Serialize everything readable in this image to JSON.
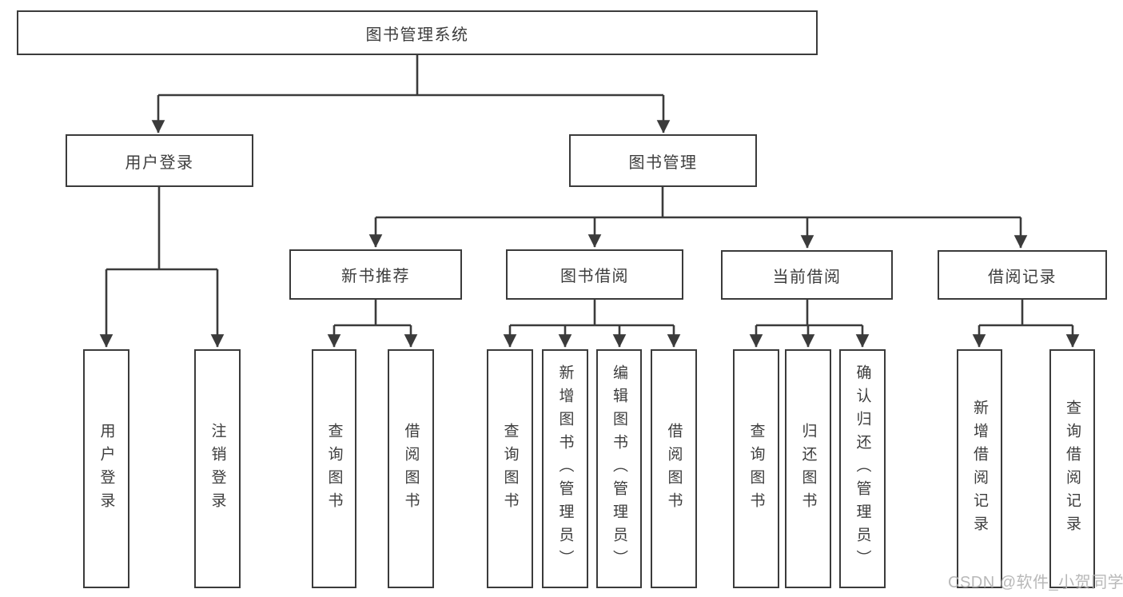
{
  "diagram": {
    "title_note": "functional structure chart",
    "root": {
      "label": "图书管理系统"
    },
    "branches": [
      {
        "label": "用户登录",
        "leaves": [
          "用户登录",
          "注销登录"
        ]
      },
      {
        "label": "图书管理",
        "children": [
          {
            "label": "新书推荐",
            "leaves": [
              "查询图书",
              "借阅图书"
            ]
          },
          {
            "label": "图书借阅",
            "leaves": [
              "查询图书",
              "新增图书（管理员）",
              "编辑图书（管理员）",
              "借阅图书"
            ]
          },
          {
            "label": "当前借阅",
            "leaves": [
              "查询图书",
              "归还图书",
              "确认归还（管理员）"
            ]
          },
          {
            "label": "借阅记录",
            "leaves": [
              "新增借阅记录",
              "查询借阅记录"
            ]
          }
        ]
      }
    ],
    "watermark": "CSDN @软件_小贺同学",
    "colors": {
      "line": "#3b3b3b",
      "text": "#3d3d3d",
      "box_fill": "#ffffff",
      "watermark": "#b2b2b2"
    }
  }
}
